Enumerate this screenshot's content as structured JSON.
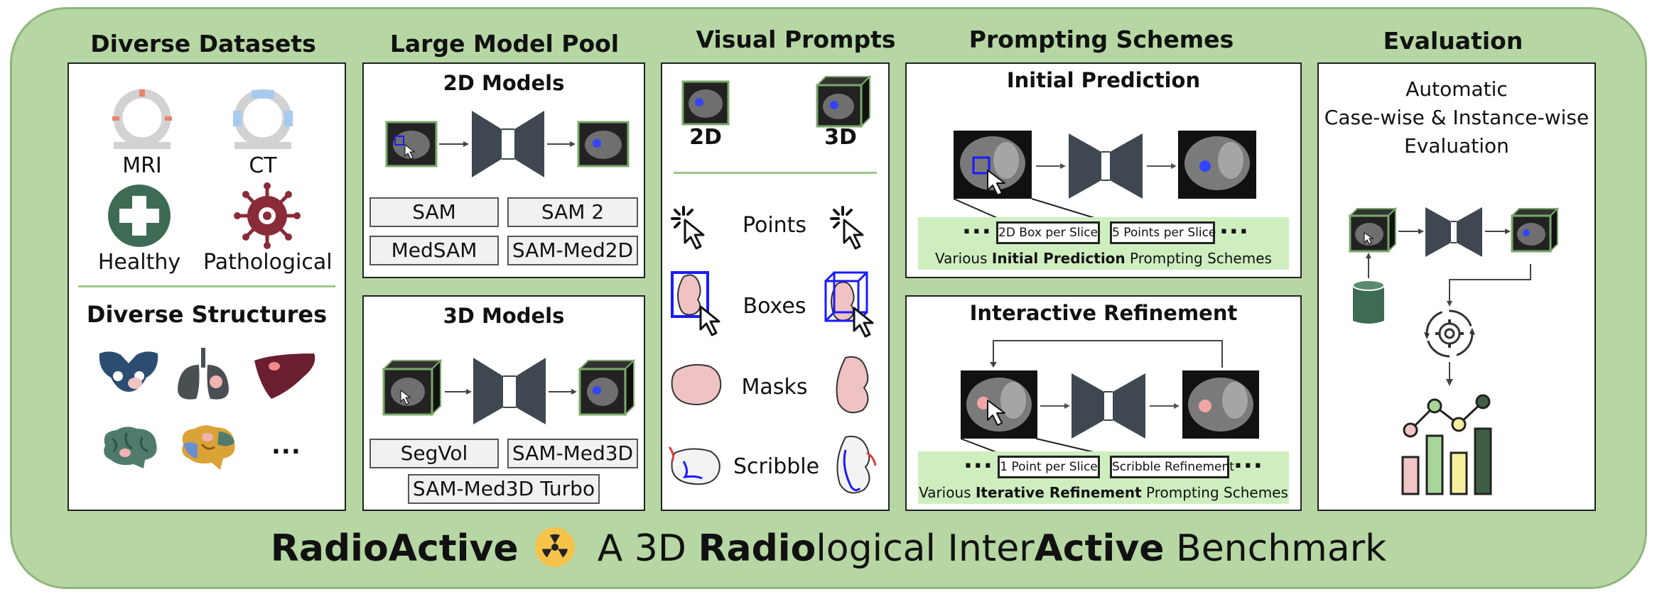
{
  "columns": {
    "datasets": "Diverse Datasets",
    "models": "Large Model Pool",
    "prompts": "Visual Prompts",
    "schemes": "Prompting Schemes",
    "evaluation": "Evaluation"
  },
  "datasets": {
    "modalities": [
      "MRI",
      "CT"
    ],
    "conditions": [
      "Healthy",
      "Pathological"
    ],
    "structures_title": "Diverse Structures",
    "more": "..."
  },
  "models": {
    "models_2d_title": "2D Models",
    "models_2d": [
      "SAM",
      "SAM 2",
      "MedSAM",
      "SAM-Med2D"
    ],
    "models_3d_title": "3D Models",
    "models_3d": [
      "SegVol",
      "SAM-Med3D",
      "SAM-Med3D Turbo"
    ]
  },
  "prompts": {
    "dim_2d": "2D",
    "dim_3d": "3D",
    "types": [
      "Points",
      "Boxes",
      "Masks",
      "Scribble"
    ]
  },
  "schemes": {
    "initial_title": "Initial Prediction",
    "initial_options": [
      "2D Box per Slice",
      "5 Points per Slice"
    ],
    "initial_caption_pre": "Various ",
    "initial_caption_bold": "Initial Prediction",
    "initial_caption_post": " Prompting Schemes",
    "refine_title": "Interactive Refinement",
    "refine_options": [
      "1 Point per Slice",
      "Scribble Refinement"
    ],
    "refine_caption_pre": "Various ",
    "refine_caption_bold": "Iterative Refinement",
    "refine_caption_post": " Prompting Schemes",
    "ellipsis": "..."
  },
  "evaluation": {
    "line1": "Automatic",
    "line2": "Case-wise & Instance-wise",
    "line3": "Evaluation"
  },
  "footer": {
    "name": "RadioActive",
    "pre": "A 3D ",
    "bold1": "Radio",
    "mid": "logical Inter",
    "bold2": "Active",
    "post": " Benchmark"
  },
  "colors": {
    "background_green": "#b6d7a3",
    "band_green": "#cfeec0",
    "dark_slate": "#3f4850",
    "prompt_blue": "#1a1aff",
    "mask_pink": "#efc3c3",
    "healthy_green": "#3e6b54",
    "pathological_red": "#8a2b3a"
  }
}
